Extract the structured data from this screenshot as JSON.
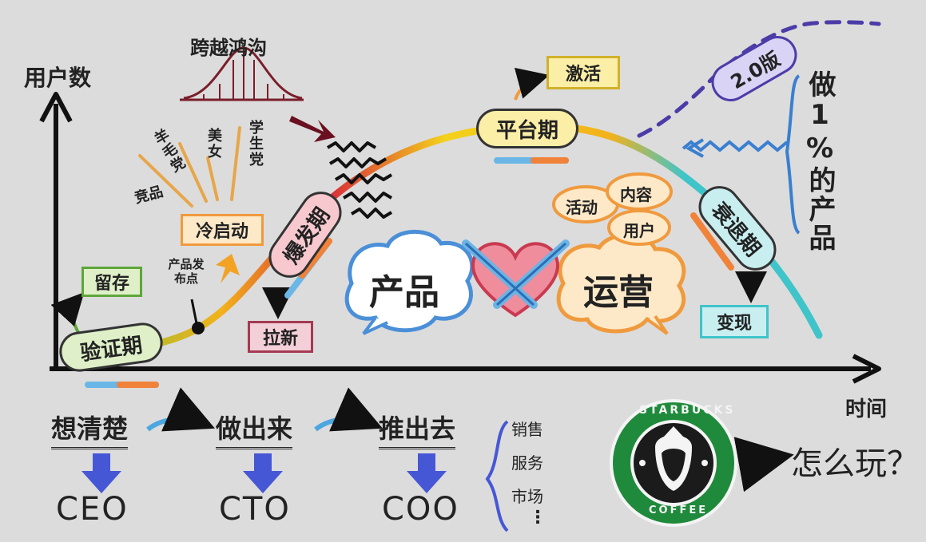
{
  "axes": {
    "y_label": "用户数",
    "x_label": "时间"
  },
  "top_note": "跨越鸿沟",
  "stages": {
    "validation": "验证期",
    "explosion": "爆发期",
    "platform": "平台期",
    "decline": "衰退期",
    "version2": "2.0版"
  },
  "annotations": {
    "retention": "留存",
    "launch_point": "产品发布点",
    "cold_start": "冷启动",
    "new_users": "拉新",
    "activate": "激活",
    "monetize": "变现",
    "one_percent": "做1%的产品"
  },
  "cold_start_sources": [
    "竞品",
    "羊毛党",
    "美女",
    "学生党"
  ],
  "center": {
    "product": "产品",
    "operations": "运营",
    "ops_items": [
      "活动",
      "内容",
      "用户"
    ]
  },
  "roles": [
    {
      "step": "想清楚",
      "role": "CEO"
    },
    {
      "step": "做出来",
      "role": "CTO"
    },
    {
      "step": "推出去",
      "role": "COO"
    }
  ],
  "coo_items": [
    "销售",
    "服务",
    "市场",
    "⋮"
  ],
  "logo": {
    "top_text": "STARBUCKS",
    "bottom_text": "COFFEE"
  },
  "question": "怎么玩？",
  "colors": {
    "curve_green": "#7cc13b",
    "curve_red": "#d8283a",
    "curve_yellow": "#f3d21b",
    "curve_cyan": "#3fc4c9",
    "dash_purple": "#4b3ca8",
    "arrow_blue": "#4657d6",
    "logo_green": "#1f8a3b"
  }
}
